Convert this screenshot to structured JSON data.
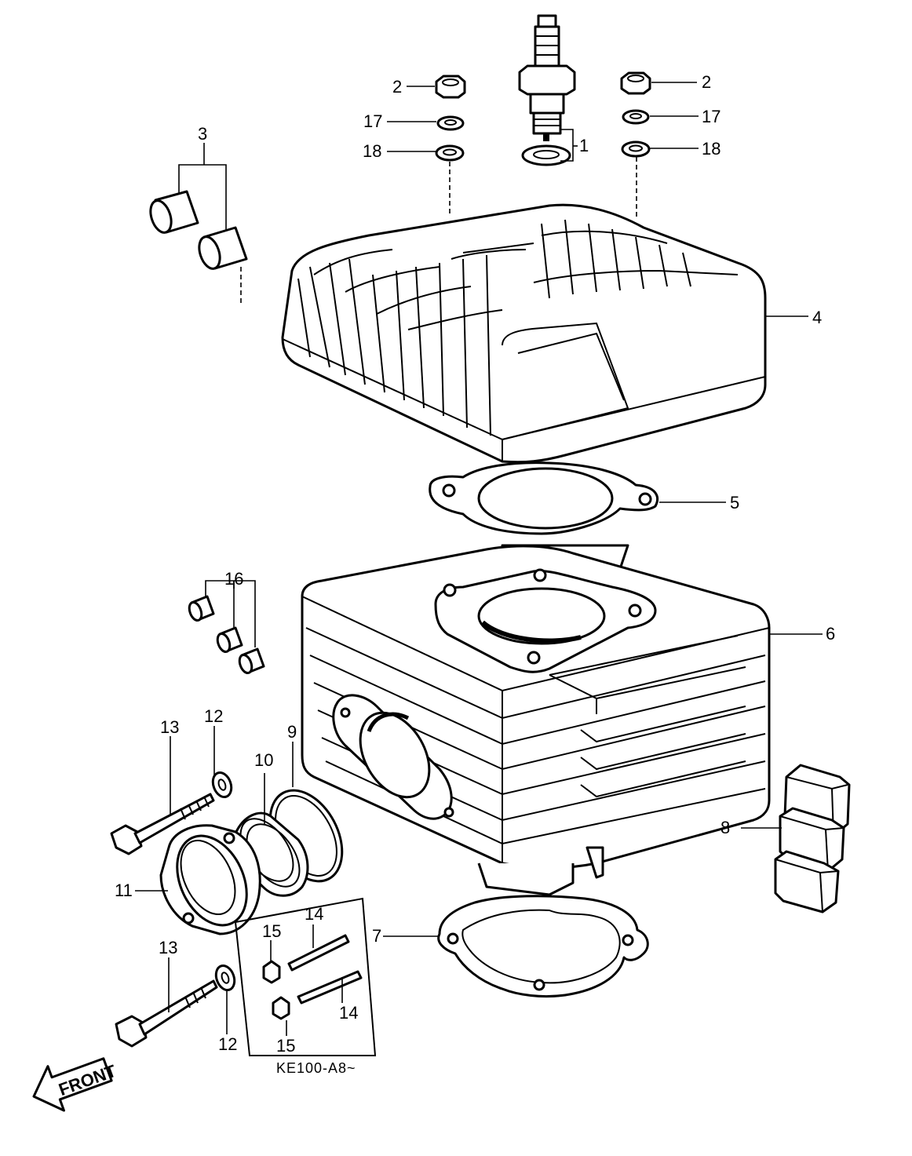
{
  "callouts": {
    "c1": "1",
    "c2a": "2",
    "c2b": "2",
    "c3": "3",
    "c4": "4",
    "c5": "5",
    "c6": "6",
    "c7": "7",
    "c8": "8",
    "c9": "9",
    "c10": "10",
    "c11": "11",
    "c12a": "12",
    "c12b": "12",
    "c13a": "13",
    "c13b": "13",
    "c14a": "14",
    "c14b": "14",
    "c15a": "15",
    "c15b": "15",
    "c16": "16",
    "c17a": "17",
    "c17b": "17",
    "c18a": "18",
    "c18b": "18"
  },
  "model_note": "KE100-A8~",
  "front_label": "FRONT"
}
